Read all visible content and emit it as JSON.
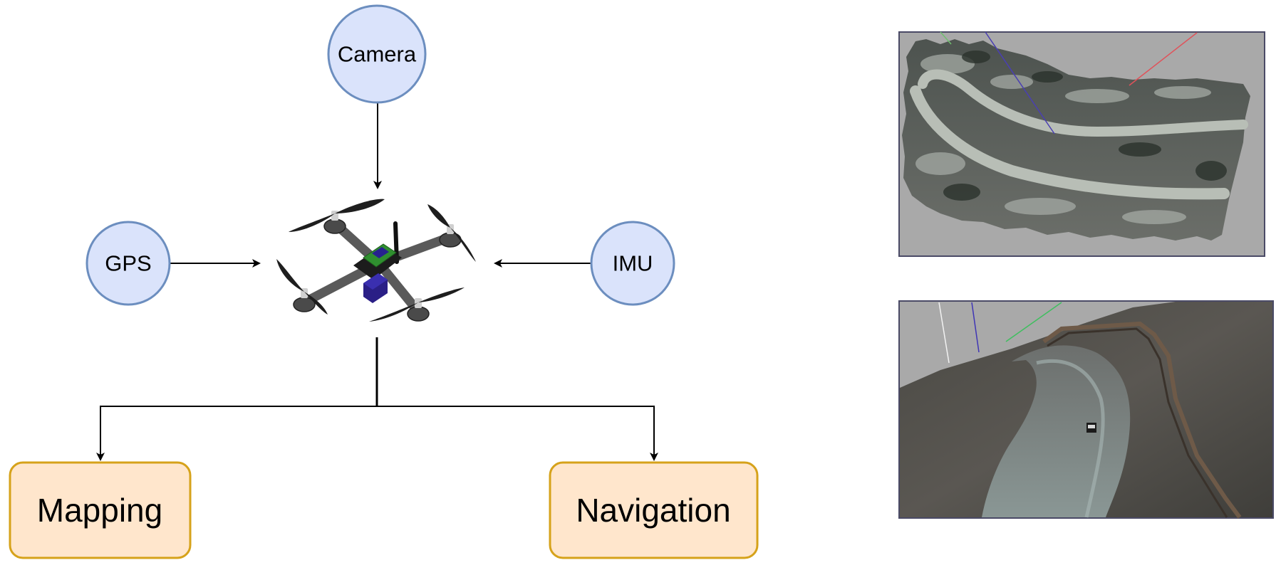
{
  "nodes": {
    "camera": "Camera",
    "gps": "GPS",
    "imu": "IMU",
    "mapping": "Mapping",
    "navigation": "Navigation"
  },
  "colors": {
    "sensor_fill": "#dae3fb",
    "sensor_stroke": "#6c8ebf",
    "output_fill": "#ffe6cc",
    "output_stroke": "#d6a21a",
    "arrow": "#000000",
    "sim_background": "#a9a9a9",
    "frame_border": "#4a4a66"
  },
  "icons": {
    "drone": "quadcopter-icon",
    "map_view": "terrain-map-render",
    "nav_view": "terrain-navigation-render"
  }
}
